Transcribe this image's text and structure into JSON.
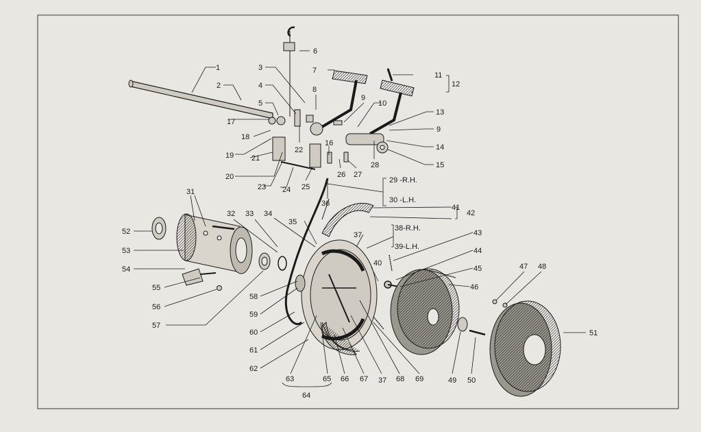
{
  "diagram": {
    "labels": {
      "n1": "1",
      "n2": "2",
      "n3": "3",
      "n4": "4",
      "n5": "5",
      "n6": "6",
      "n7": "7",
      "n8": "8",
      "n9a": "9",
      "n9b": "9",
      "n10": "10",
      "n11": "11",
      "n12": "12",
      "n13": "13",
      "n14": "14",
      "n15": "15",
      "n16": "16",
      "n17": "17",
      "n18": "18",
      "n19": "19",
      "n20": "20",
      "n21": "21",
      "n22": "22",
      "n23": "23",
      "n24": "24",
      "n25": "25",
      "n26": "26",
      "n27": "27",
      "n28": "28",
      "n29": "29 -R.H.",
      "n30": "30 -L.H.",
      "n31": "31",
      "n32": "32",
      "n33": "33",
      "n34": "34",
      "n35": "35",
      "n36": "36",
      "n37a": "37",
      "n37b": "37",
      "n38": "38-R.H.",
      "n39": "39-L.H.",
      "n40": "40",
      "n41": "41",
      "n42": "42",
      "n43": "43",
      "n44": "44",
      "n45": "45",
      "n46": "46",
      "n47": "47",
      "n48": "48",
      "n49": "49",
      "n50": "50",
      "n51": "51",
      "n52": "52",
      "n53": "53",
      "n54": "54",
      "n55": "55",
      "n56": "56",
      "n57": "57",
      "n58": "58",
      "n59": "59",
      "n60": "60",
      "n61": "61",
      "n62": "62",
      "n63": "63",
      "n64": "64",
      "n65": "65",
      "n66": "66",
      "n67": "67",
      "n68": "68",
      "n69": "69"
    },
    "colors": {
      "ink": "#1a1a1a",
      "paper": "#e9e7e2",
      "shade": "#9a978f"
    }
  }
}
